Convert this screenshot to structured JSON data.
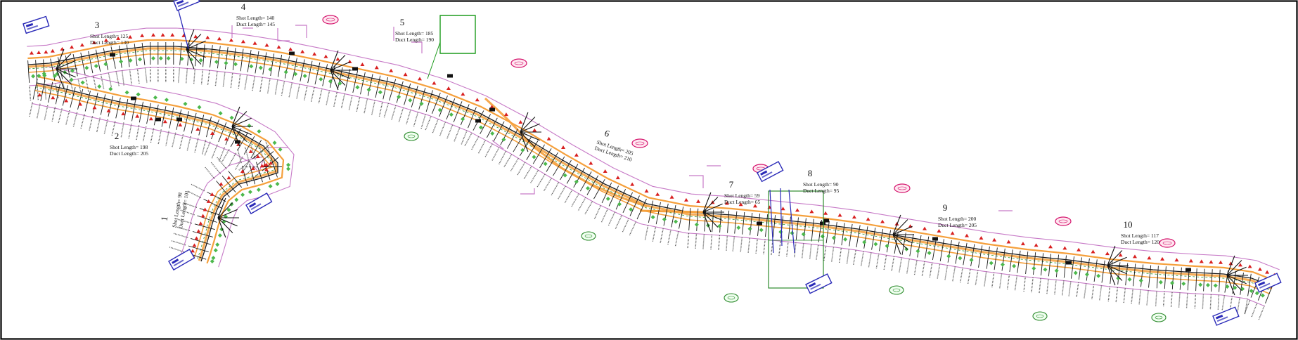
{
  "segments": [
    {
      "id": "seg-1",
      "number": "1",
      "shot_length": "Shot Length= 98",
      "duct_length": "Duct Length= 101"
    },
    {
      "id": "seg-2",
      "number": "2",
      "shot_length": "Shot Length= 198",
      "duct_length": "Duct Length= 205"
    },
    {
      "id": "seg-3",
      "number": "3",
      "shot_length": "Shot Length= 125",
      "duct_length": "Duct Length= 130"
    },
    {
      "id": "seg-4",
      "number": "4",
      "shot_length": "Shot Length= 140",
      "duct_length": "Duct Length= 145"
    },
    {
      "id": "seg-5",
      "number": "5",
      "shot_length": "Shot Length= 185",
      "duct_length": "Duct Length= 190"
    },
    {
      "id": "seg-6",
      "number": "6",
      "shot_length": "Shot Length= 205",
      "duct_length": "Duct Length= 210"
    },
    {
      "id": "seg-7",
      "number": "7",
      "shot_length": "Shot Length= 59",
      "duct_length": "Duct Length= 65"
    },
    {
      "id": "seg-8",
      "number": "8",
      "shot_length": "Shot Length= 90",
      "duct_length": "Duct Length= 95"
    },
    {
      "id": "seg-9",
      "number": "9",
      "shot_length": "Shot Length= 200",
      "duct_length": "Duct Length= 205"
    },
    {
      "id": "seg-10",
      "number": "10",
      "shot_length": "Shot Length= 117",
      "duct_length": "Duct Length= 120"
    }
  ],
  "colors": {
    "duct_route": "#f5a03c",
    "centerline": "#1a1a1a",
    "property_line": "#c77ac7",
    "vault_callout": "#2a2ab8",
    "pink_bubble": "#d4136c",
    "green_bubble": "#2e8b2e",
    "conflict_marker": "#d82020",
    "vegetation": "#4cb84c",
    "frame": "#000000"
  }
}
